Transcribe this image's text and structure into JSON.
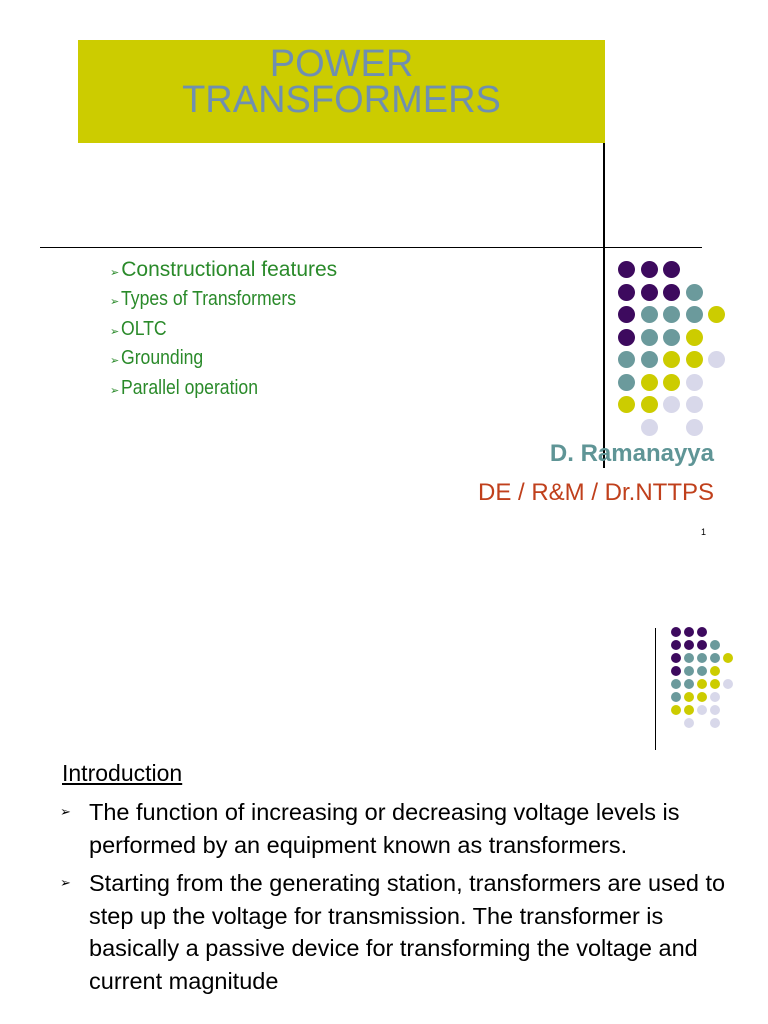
{
  "slide1": {
    "title_line1": "POWER",
    "title_line2": "TRANSFORMERS",
    "topics": [
      "Constructional features",
      "Types of Transformers",
      "OLTC",
      "Grounding",
      "Parallel operation"
    ],
    "author": "D. Ramanayya",
    "department": "DE / R&M / Dr.NTTPS",
    "page_number": "1"
  },
  "slide2": {
    "heading": "Introduction",
    "bullets": [
      "The function of increasing or decreasing voltage levels is performed by an equipment known as transformers.",
      "Starting from the generating station, transformers are used to step up the voltage for transmission. The transformer is basically a passive device for transforming the voltage and current magnitude"
    ]
  },
  "bullet_glyph": "➢",
  "colors": {
    "title_bg": "#cccc00",
    "title_text": "#6f8fb0",
    "topic_text": "#2a8a2a",
    "author_text": "#5f9596",
    "department_text": "#c0401c",
    "dot_purple": "#3d0a5e",
    "dot_teal": "#6b9a9c",
    "dot_yellow": "#cccc00",
    "dot_lavender": "#d8d8ea"
  }
}
